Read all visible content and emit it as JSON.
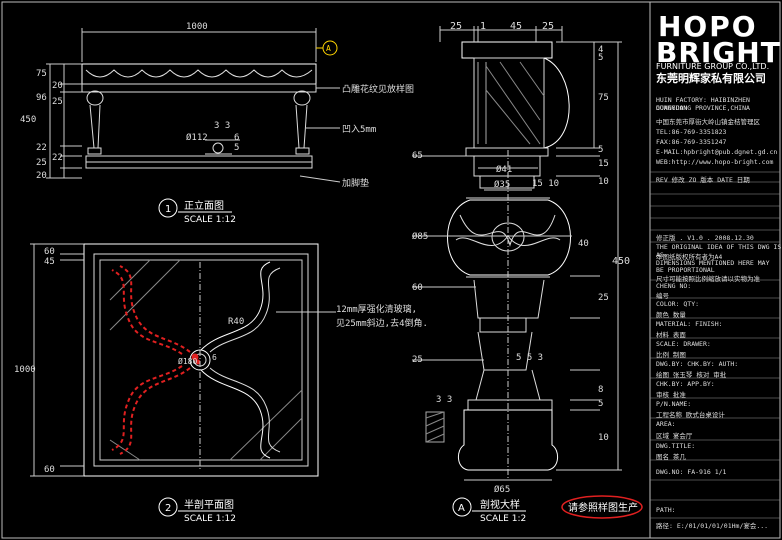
{
  "logo": {
    "line1": "HOPO",
    "line2": "BRIGHT",
    "line3": "FURNITURE GROUP CO.,LTD.",
    "line4": "东莞明辉家私有限公司"
  },
  "company_info": [
    "HUIN FACTORY: HAIBINZHEN DONGYUAN",
    "GUANGDONG PROVINCE,CHINA",
    "中国东莞市厚街大岭山镇金桔管理区",
    "TEL:86-769-3351823",
    "FAX:86-769-3351247",
    "E-MAIL:hpbright@pub.dgnet.gd.cn",
    "WEB:http://www.hopo-bright.com"
  ],
  "revision_header": "REV 修改   ZO 版本    DATE 日期",
  "revision_row": "修正版 . V1.0 . 2008.12.30",
  "tb_rows": [
    "THE ORIGINAL IDEA OF THIS DWG IS AS",
    "本图纸版权所有者为A4",
    "DIMENSIONS MENTIONED HERE MAY",
    "BE PROPORTIONAL",
    "尺寸可能按照比例缩放请以实物为准",
    "CHENG NO:",
    "编号",
    "COLOR:          QTY:",
    "颜色            数量",
    "MATERIAL:       FINISH:",
    "材料            表面",
    "SCALE:          DRAWER:",
    "比例            制图",
    "DWG.BY:   CHK.BY:  AUTH:",
    "绘图  张玉琴  核对  审批",
    "CHK.BY:         APP.BY:",
    "审核            批准",
    "P/N.NAME:",
    "工程名称    欧式台桌设计",
    "AREA:",
    "区域        宴会厅",
    "DWG.TITLE:",
    "图名        茶几",
    "DWG.NO:         FA-916  1/1",
    "PATH:",
    "路径:    E:/01/01/01/01Hm/宴会..."
  ],
  "views": {
    "front": {
      "num": "1",
      "title": "正立面图",
      "scale": "SCALE 1:12"
    },
    "plan": {
      "num": "2",
      "title": "半剖平面图",
      "scale": "SCALE 1:12"
    },
    "detail": {
      "num": "A",
      "title": "剖视大样",
      "scale": "SCALE 1:2"
    }
  },
  "notes": {
    "carving": "凸雕花纹见放样图",
    "recess": "凹入5mm",
    "pad": "加脚垫",
    "glass1": "12mm厚强化清玻璃,",
    "glass2": "见25mm斜边,去4倒角.",
    "production": "请参照样图生产"
  },
  "dims": {
    "front_width": "1000",
    "front_h1": "75",
    "front_h2": "20",
    "front_h3": "96",
    "front_h4": "25",
    "front_total": "450",
    "front_h5": "22",
    "front_h6": "25",
    "front_h7": "22",
    "front_h8": "20",
    "phi112": "Ø112",
    "d33": "3 3",
    "d6": "6",
    "d5": "5",
    "plan_w": "1000",
    "plan_60a": "60",
    "plan_45": "45",
    "plan_60b": "60",
    "r40": "R40",
    "phi180": "Ø180",
    "det_25": "25",
    "det_1": "1",
    "det_45": "45",
    "det_25b": "25",
    "det_5": "5",
    "det_4": "4",
    "det_75": "75",
    "det_65": "65",
    "det_5b": "5",
    "det_15": "15",
    "det_10": "10",
    "det_phi41": "Ø41",
    "det_phi35": "Ø35",
    "det_phi85": "Ø85",
    "det_450": "450",
    "det_60": "60",
    "det_1510": "15  10",
    "det_25c": "25",
    "det_553": "5 5 3",
    "det_33": "3 3",
    "det_phi65": "Ø65",
    "det_5c": "5",
    "det_10b": "10",
    "det_40": "40",
    "det_8": "8",
    "det_25d": "25"
  },
  "callout": "A"
}
